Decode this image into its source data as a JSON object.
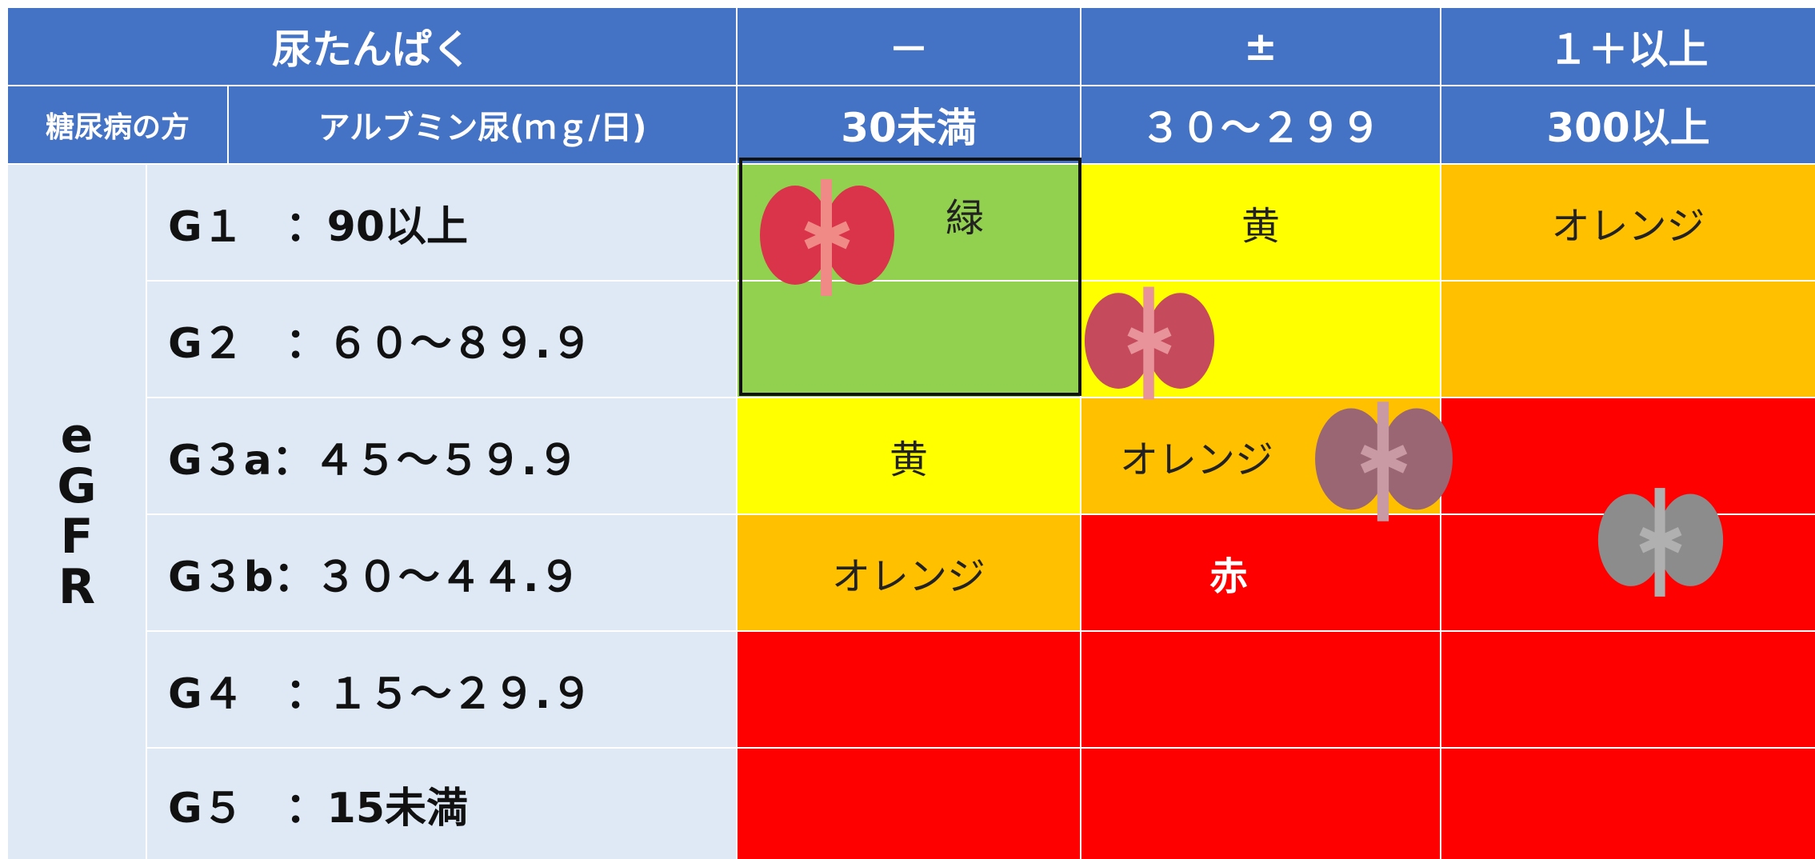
{
  "header": {
    "urine_protein": "尿たんぱく",
    "col1": "－",
    "col2": "±",
    "col3": "１＋以上",
    "diabetes": "糖尿病の方",
    "albumin": "アルブミン尿(ｍｇ/日)",
    "sub1": "30未満",
    "sub2": "３０～２９９",
    "sub3": "300以上"
  },
  "egfr_label": [
    "e",
    "G",
    "F",
    "R"
  ],
  "rows": [
    {
      "label": "G１　：90以上",
      "cells": [
        "緑",
        "黄",
        "オレンジ"
      ]
    },
    {
      "label": "G２　：６０～８９.９",
      "cells": [
        "",
        "",
        ""
      ]
    },
    {
      "label": "G３a：４５～５９.９",
      "cells": [
        "黄",
        "オレンジ",
        ""
      ]
    },
    {
      "label": "G３b：３０～４４.９",
      "cells": [
        "オレンジ",
        "赤",
        ""
      ]
    },
    {
      "label": "G４　：１５～２９.９",
      "cells": [
        "",
        "",
        ""
      ]
    },
    {
      "label": "G５　：15未満",
      "cells": [
        "",
        "",
        ""
      ]
    }
  ],
  "colors": {
    "header": "#4472c4",
    "label_bg": "#dee9f5",
    "green": "#92d050",
    "yellow": "#ffff00",
    "orange": "#ffc000",
    "red": "#ff0000"
  },
  "icons": [
    "kidney-icon-healthy",
    "kidney-icon-mild",
    "kidney-icon-moderate",
    "kidney-icon-severe"
  ]
}
